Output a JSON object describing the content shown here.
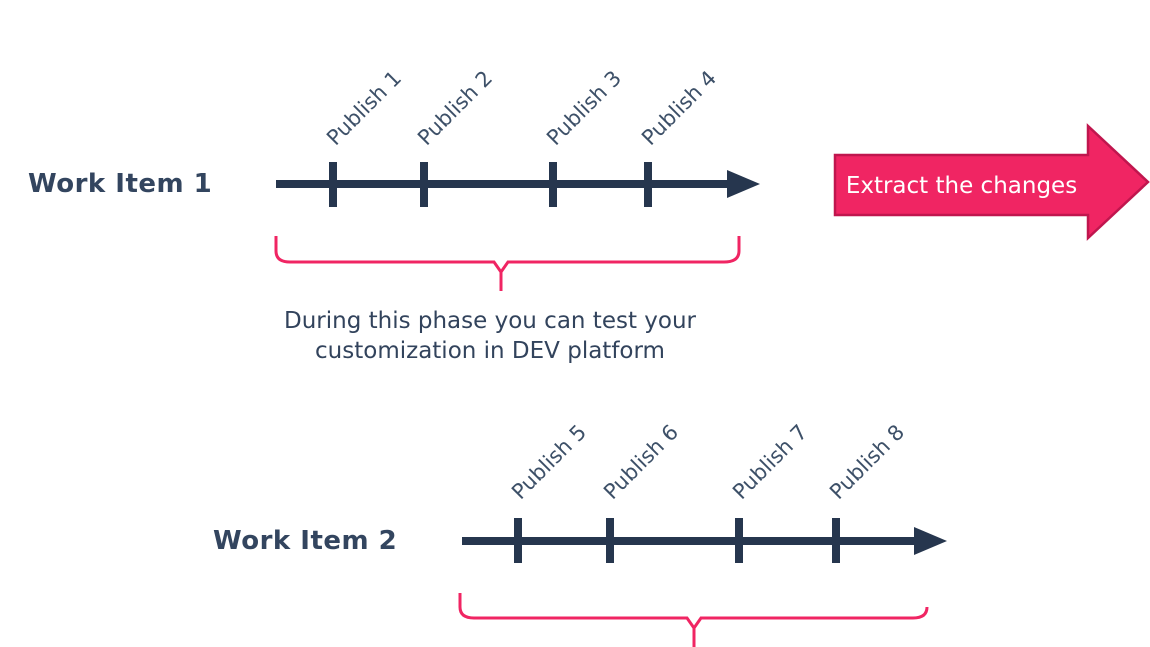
{
  "colors": {
    "navy": "#26364e",
    "label_navy": "#3d5068",
    "heading_navy": "#33455f",
    "pink": "#f02563",
    "pink_border": "#c0164e",
    "arrow_text": "#ffffff",
    "background": "#ffffff"
  },
  "timeline1": {
    "label": "Work Item 1",
    "ticks": [
      "Publish 1",
      "Publish 2",
      "Publish 3",
      "Publish 4"
    ]
  },
  "timeline2": {
    "label": "Work Item 2",
    "ticks": [
      "Publish 5",
      "Publish 6",
      "Publish 7",
      "Publish 8"
    ]
  },
  "caption": {
    "line1": "During this phase you can test your",
    "line2": "customization in DEV platform"
  },
  "extract_arrow": {
    "label": "Extract the changes"
  }
}
